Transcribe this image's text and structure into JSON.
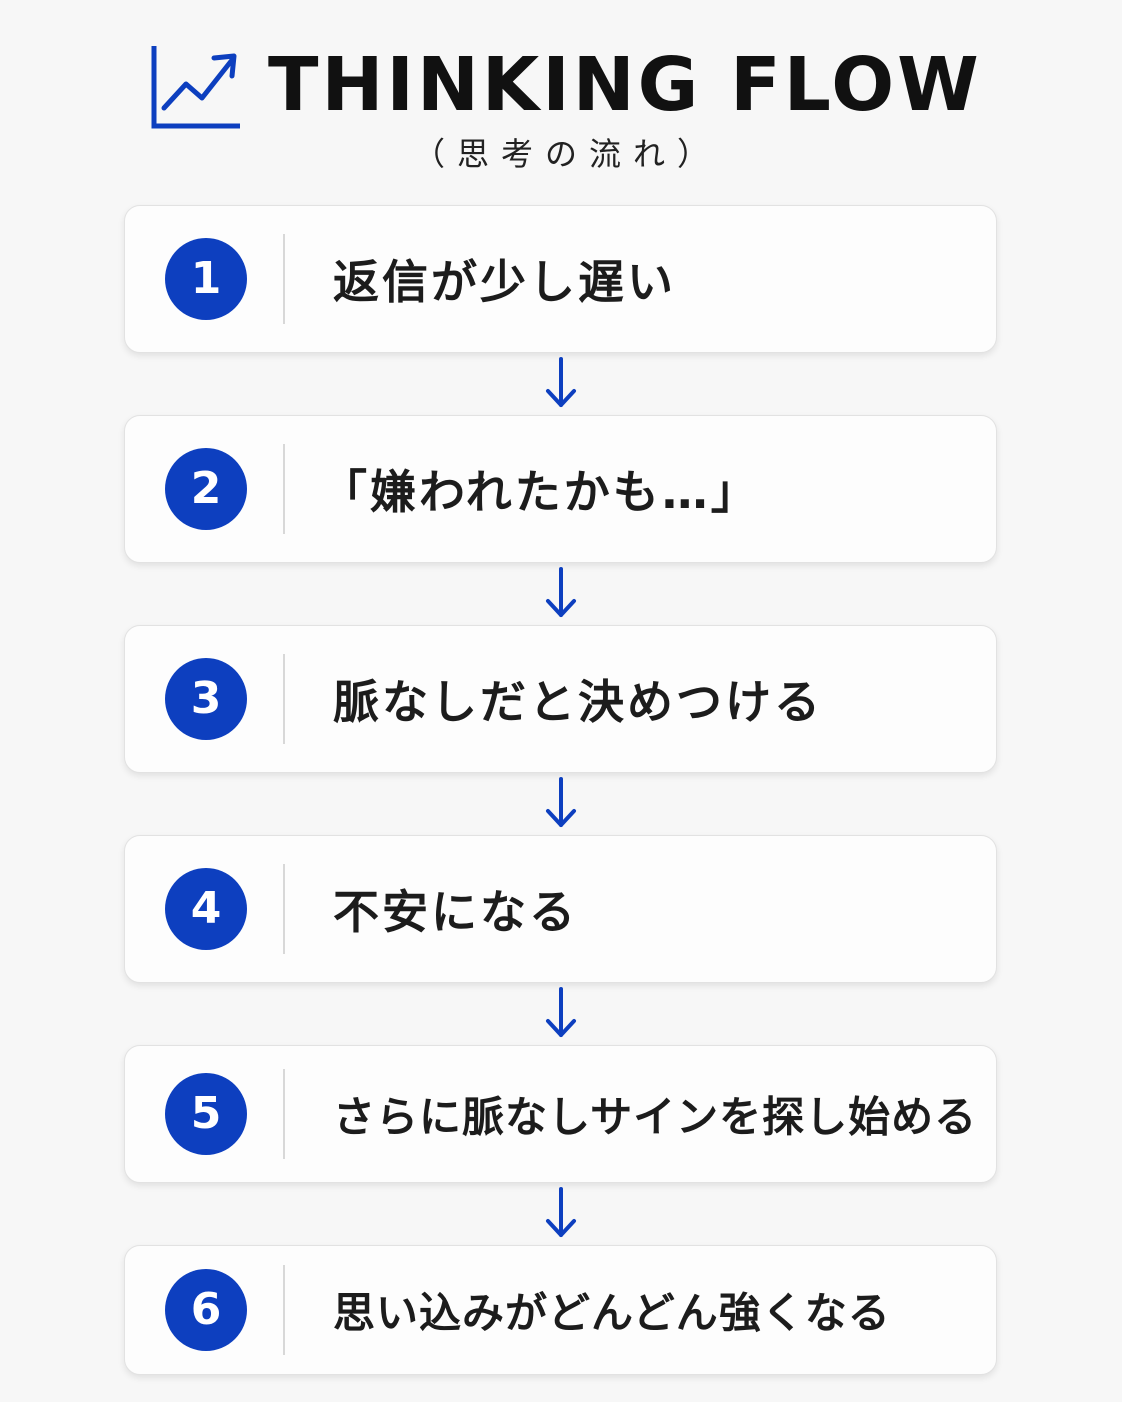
{
  "header": {
    "title": "THINKING FLOW",
    "subtitle": "（思考の流れ）",
    "icon": "trending-up-chart-icon",
    "accent_color": "#0d3fbf"
  },
  "steps": [
    {
      "number": "1",
      "text": "返信が少し遅い"
    },
    {
      "number": "2",
      "text": "「嫌われたかも…」"
    },
    {
      "number": "3",
      "text": "脈なしだと決めつける"
    },
    {
      "number": "4",
      "text": "不安になる"
    },
    {
      "number": "5",
      "text": "さらに脈なしサインを探し始める"
    },
    {
      "number": "6",
      "text": "思い込みがどんどん強くなる"
    }
  ],
  "arrow_icon": "arrow-down-icon"
}
